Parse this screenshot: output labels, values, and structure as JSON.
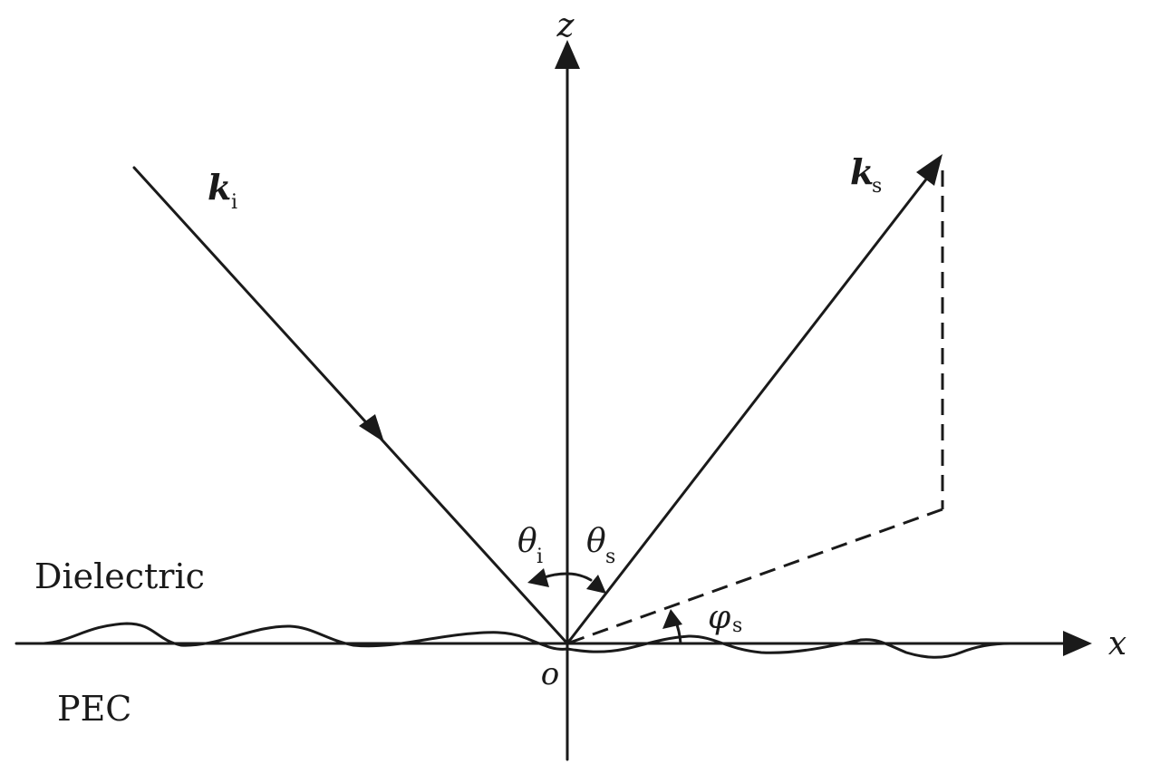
{
  "labels": {
    "z_axis": "z",
    "x_axis": "x",
    "origin": "o",
    "k_incident": "k",
    "k_incident_sub": "i",
    "k_scattered": "k",
    "k_scattered_sub": "s",
    "theta_i": "θ",
    "theta_i_sub": "i",
    "theta_s": "θ",
    "theta_s_sub": "s",
    "phi_s": "φ",
    "phi_s_sub": "s",
    "upper_medium": "Dielectric",
    "lower_medium": "PEC"
  }
}
